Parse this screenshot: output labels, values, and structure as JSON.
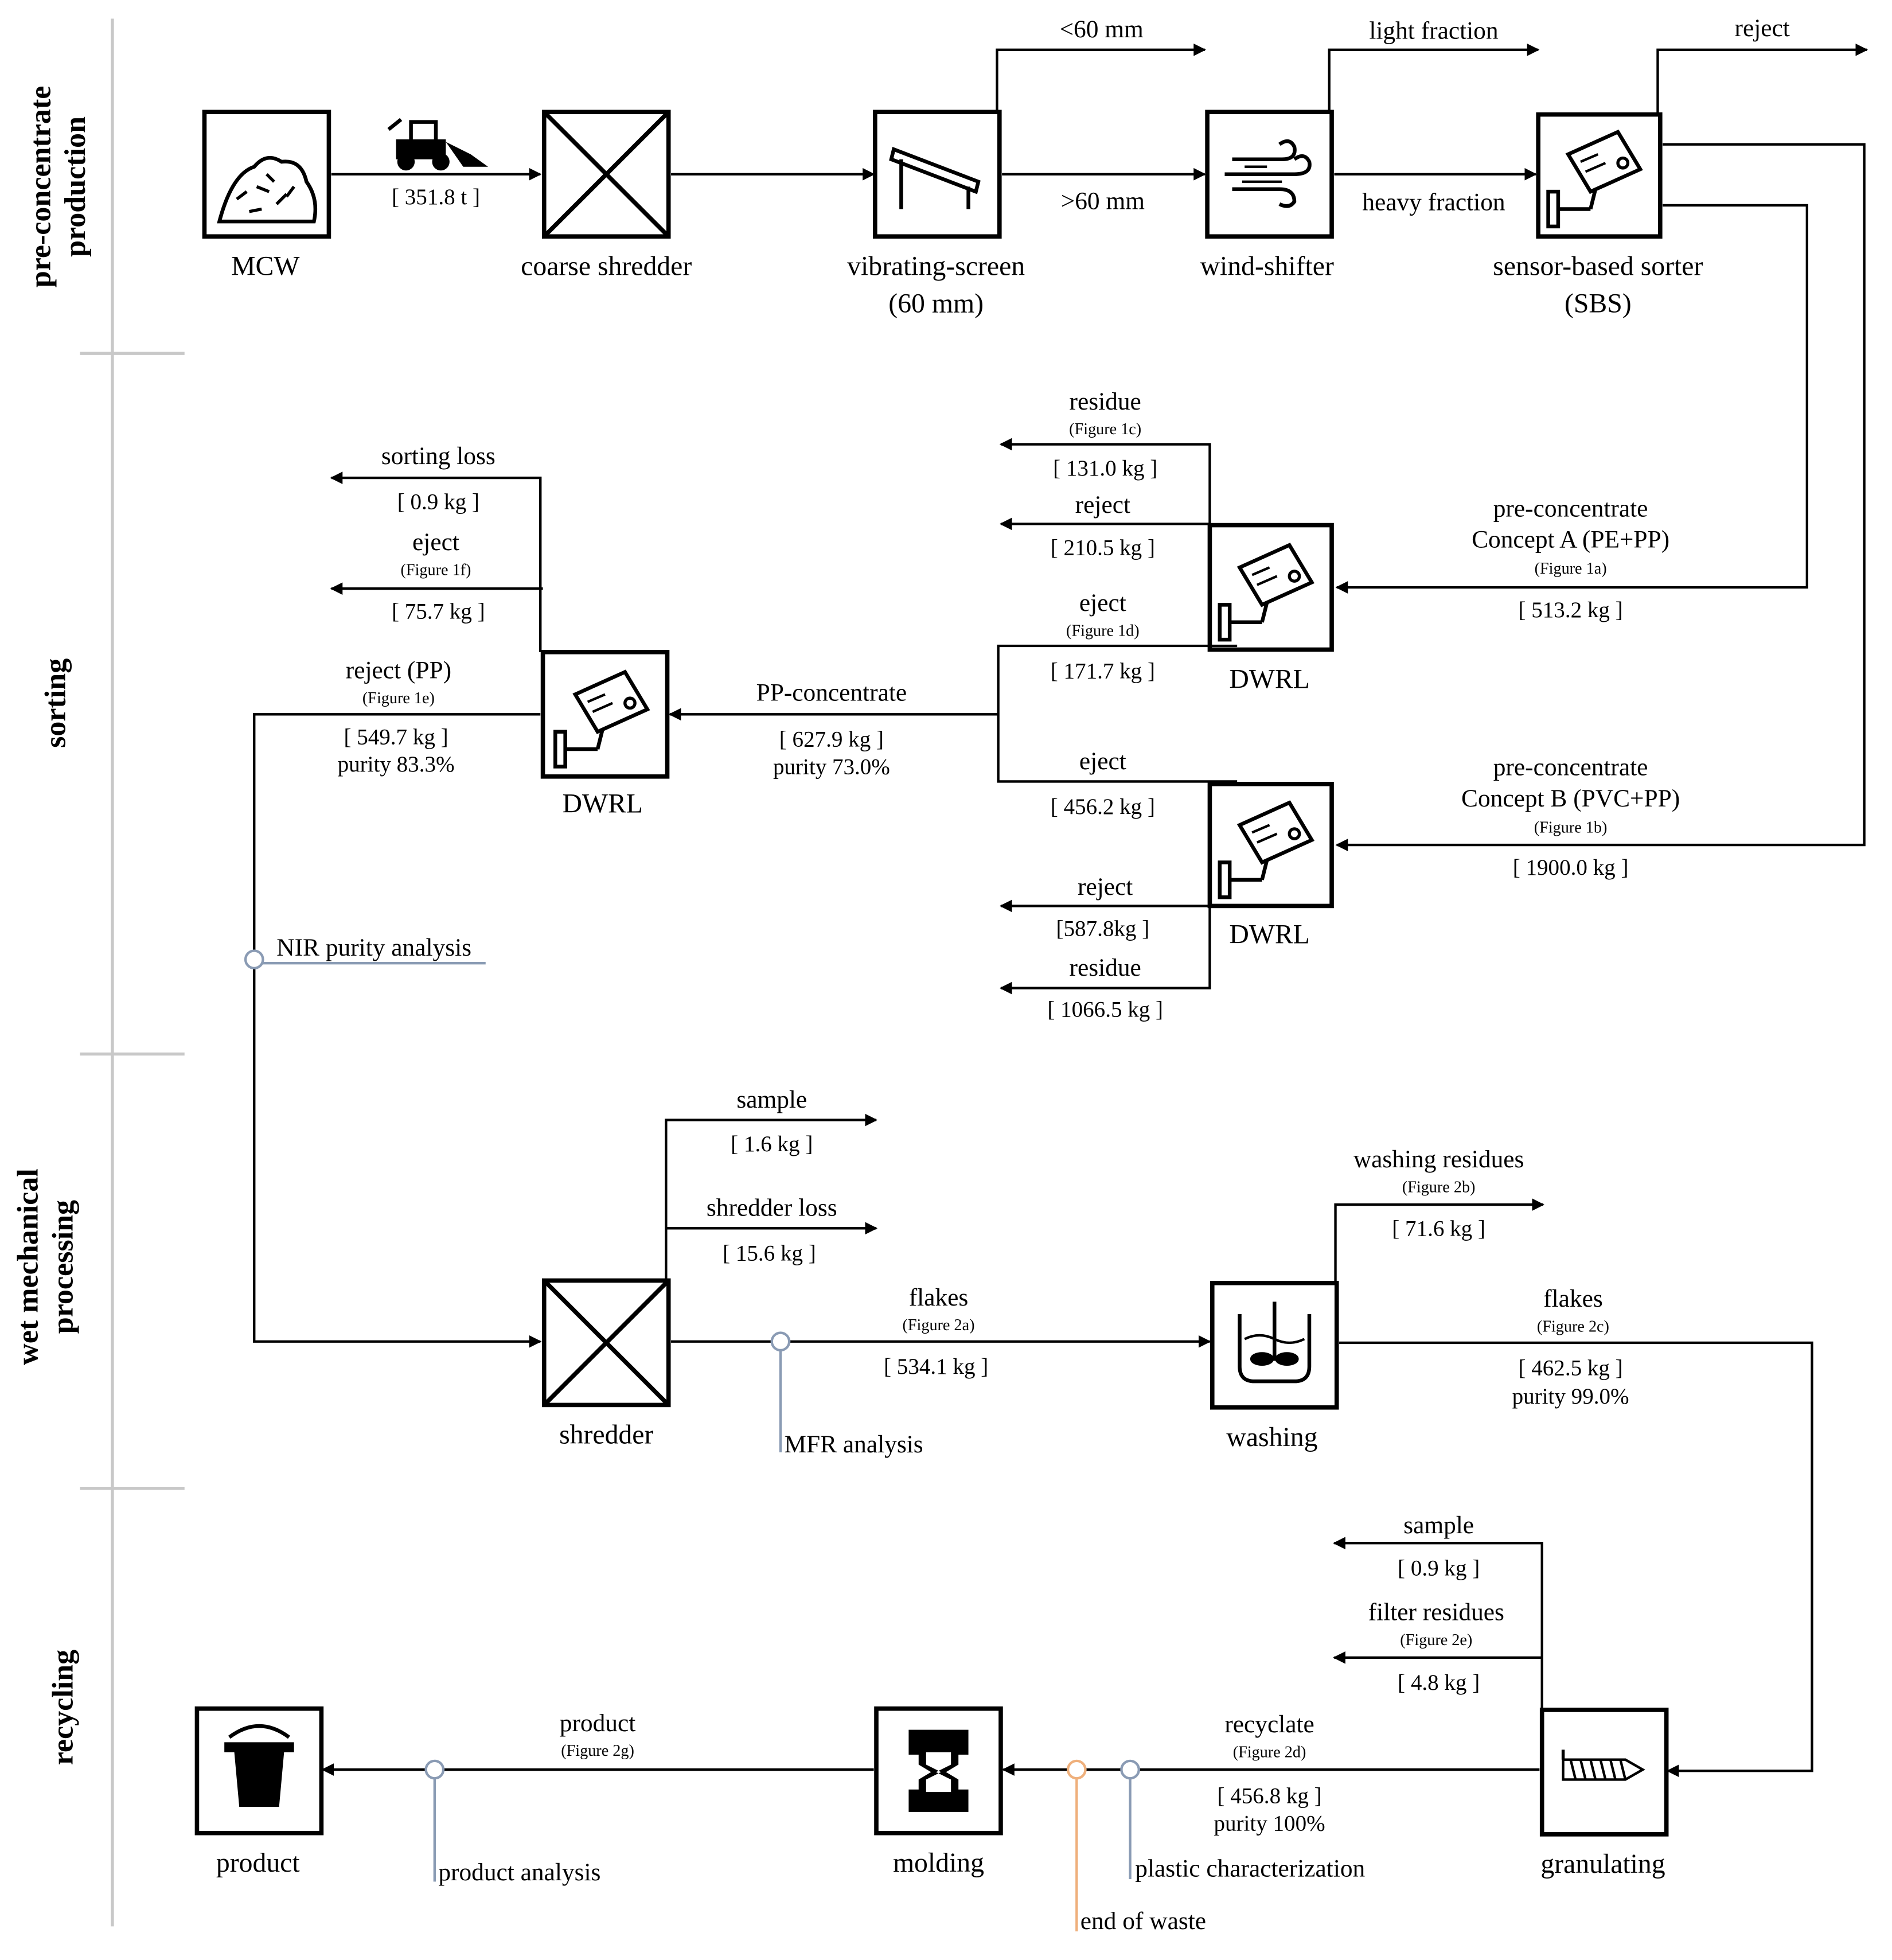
{
  "stages": {
    "pre_concentrate": [
      "pre-concentrate",
      "production"
    ],
    "sorting": "sorting",
    "wet_mechanical": [
      "wet mechanical",
      "processing"
    ],
    "recycling": "recycling"
  },
  "units": {
    "mcw": "MCW",
    "coarse_shredder": "coarse shredder",
    "vibrating_screen": [
      "vibrating-screen",
      "(60 mm)"
    ],
    "wind_shifter": "wind-shifter",
    "sbs": [
      "sensor-based sorter",
      "(SBS)"
    ],
    "dwrl": "DWRL",
    "shredder": "shredder",
    "washing": "washing",
    "granulating": "granulating",
    "molding": "molding",
    "product": "product"
  },
  "flows": {
    "mcw_mass": "[ 351.8 t ]",
    "lt60": "<60 mm",
    "gt60": ">60 mm",
    "light_fraction": "light fraction",
    "heavy_fraction": "heavy fraction",
    "sbs_reject": "reject",
    "preA_1": "pre-concentrate",
    "preA_2": "Concept A (PE+PP)",
    "preA_fig": "(Figure 1a)",
    "preA_mass": "[ 513.2 kg ]",
    "preB_1": "pre-concentrate",
    "preB_2": "Concept B (PVC+PP)",
    "preB_fig": "(Figure 1b)",
    "preB_mass": "[ 1900.0 kg ]",
    "a_residue": "residue",
    "a_residue_fig": "(Figure 1c)",
    "a_residue_mass": "[ 131.0 kg ]",
    "a_reject": "reject",
    "a_reject_mass": "[ 210.5 kg ]",
    "a_eject": "eject",
    "a_eject_fig": "(Figure 1d)",
    "a_eject_mass": "[ 171.7 kg ]",
    "b_eject": "eject",
    "b_eject_mass": "[ 456.2 kg ]",
    "b_reject": "reject",
    "b_reject_mass": "[587.8kg ]",
    "b_residue": "residue",
    "b_residue_mass": "[ 1066.5 kg ]",
    "pp_conc": "PP-concentrate",
    "pp_conc_mass": "[ 627.9 kg ]",
    "pp_conc_purity": "purity 73.0%",
    "sorting_loss": "sorting loss",
    "sorting_loss_mass": "[ 0.9 kg ]",
    "c_eject": "eject",
    "c_eject_fig": "(Figure 1f)",
    "c_eject_mass": "[ 75.7 kg ]",
    "reject_pp": "reject (PP)",
    "reject_pp_fig": "(Figure 1e)",
    "reject_pp_mass": "[ 549.7 kg ]",
    "reject_pp_purity": "purity 83.3%",
    "sample1": "sample",
    "sample1_mass": "[ 1.6 kg ]",
    "shredder_loss": "shredder loss",
    "shredder_loss_mass": "[ 15.6 kg ]",
    "flakes1": "flakes",
    "flakes1_fig": "(Figure 2a)",
    "flakes1_mass": "[ 534.1 kg ]",
    "washing_res": "washing residues",
    "washing_res_fig": "(Figure 2b)",
    "washing_res_mass": "[ 71.6 kg ]",
    "flakes2": "flakes",
    "flakes2_fig": "(Figure 2c)",
    "flakes2_mass": "[ 462.5 kg ]",
    "flakes2_purity": "purity 99.0%",
    "sample2": "sample",
    "sample2_mass": "[ 0.9 kg ]",
    "filter_res": "filter residues",
    "filter_res_fig": "(Figure 2e)",
    "filter_res_mass": "[ 4.8 kg ]",
    "recyclate": "recyclate",
    "recyclate_fig": "(Figure 2d)",
    "recyclate_mass": "[ 456.8 kg ]",
    "recyclate_purity": "purity 100%",
    "product_flow": "product",
    "product_fig": "(Figure 2g)"
  },
  "analyses": {
    "nir": "NIR purity analysis",
    "mfr": "MFR analysis",
    "plastic": "plastic characterization",
    "end_waste": "end of waste",
    "product": "product analysis"
  },
  "colors": {
    "flow_line": "#000000",
    "analysis_marker": "#8a9bb4",
    "end_of_waste_marker": "#efb07c",
    "stage_separator": "#c8c8c8"
  },
  "icons": {
    "mcw": "waste-pile-icon",
    "loader": "wheel-loader-icon",
    "shredder": "shredder-cross-icon",
    "screen": "vibrating-screen-icon",
    "wind": "wind-icon",
    "camera": "sensor-camera-icon",
    "washing": "washing-tank-icon",
    "granulating": "extruder-screw-icon",
    "molding": "mold-icon",
    "product": "bucket-icon"
  }
}
